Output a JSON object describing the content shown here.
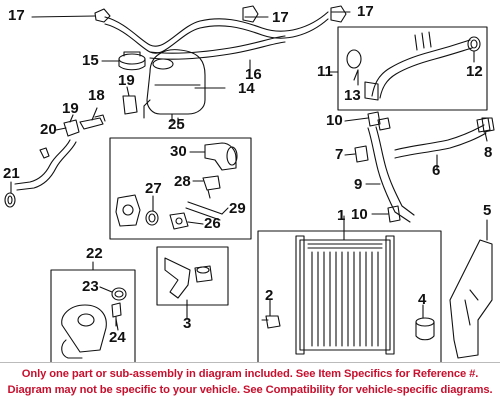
{
  "diagram": {
    "callouts": {
      "c1": "1",
      "c2": "2",
      "c3": "3",
      "c4": "4",
      "c5": "5",
      "c6": "6",
      "c7": "7",
      "c8": "8",
      "c9": "9",
      "c10a": "10",
      "c10b": "10",
      "c11": "11",
      "c12": "12",
      "c13": "13",
      "c14": "14",
      "c15": "15",
      "c16": "16",
      "c17a": "17",
      "c17b": "17",
      "c17c": "17",
      "c18": "18",
      "c19a": "19",
      "c19b": "19",
      "c20": "20",
      "c21": "21",
      "c22": "22",
      "c23": "23",
      "c24": "24",
      "c25": "25",
      "c26": "26",
      "c27": "27",
      "c28": "28",
      "c29": "29",
      "c30": "30"
    }
  },
  "disclaimer": {
    "line1": "Only one part or sub-assembly in diagram included. See Item Specifics for Reference #.",
    "line2": "Diagram may not be specific to your vehicle. See Compatibility for vehicle-specific diagrams."
  },
  "colors": {
    "line_art": "#111111",
    "disclaimer_text": "#c8102e",
    "background": "#ffffff"
  }
}
